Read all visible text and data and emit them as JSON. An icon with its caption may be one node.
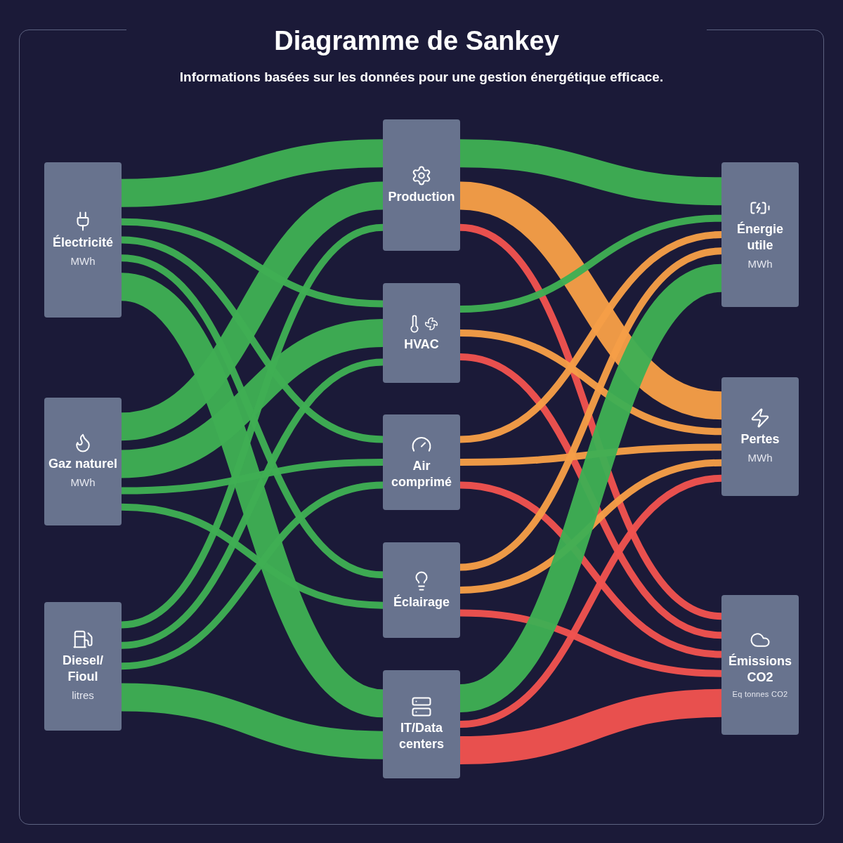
{
  "diagram": {
    "title": "Diagramme de Sankey",
    "caption": "Informations basées sur les données pour une gestion énergétique efficace.",
    "nodes": [
      {
        "text": [
          "Électricité",
          "MWh"
        ]
      },
      {
        "text": [
          "Gaz naturel",
          "MWh"
        ]
      },
      {
        "text": [
          "Diesel/ Fioul",
          "litres"
        ]
      },
      {
        "text": [
          "Production"
        ]
      },
      {
        "text": [
          "HVAC"
        ]
      },
      {
        "text": [
          "Air comprimé"
        ]
      },
      {
        "text": [
          "Éclairage"
        ]
      },
      {
        "text": [
          "IT/Data centers"
        ]
      },
      {
        "text": [
          "Énergie utile",
          "MWh"
        ]
      },
      {
        "text": [
          "Pertes",
          "MWh"
        ]
      },
      {
        "text": [
          "Émissions CO2",
          "Eq tonnes CO2"
        ]
      }
    ],
    "edges": [
      {
        "from": 0,
        "to": 3,
        "arrow": "none",
        "style": "thick"
      },
      {
        "from": 0,
        "to": 4,
        "arrow": "none"
      },
      {
        "from": 0,
        "to": 5,
        "arrow": "none"
      },
      {
        "from": 0,
        "to": 6,
        "arrow": "none"
      },
      {
        "from": 0,
        "to": 7,
        "arrow": "none",
        "style": "thick"
      },
      {
        "from": 1,
        "to": 3,
        "arrow": "none",
        "style": "thick"
      },
      {
        "from": 1,
        "to": 4,
        "arrow": "none",
        "style": "thick"
      },
      {
        "from": 1,
        "to": 5,
        "arrow": "none"
      },
      {
        "from": 1,
        "to": 6,
        "arrow": "none"
      },
      {
        "from": 2,
        "to": 3,
        "arrow": "none"
      },
      {
        "from": 2,
        "to": 4,
        "arrow": "none"
      },
      {
        "from": 2,
        "to": 5,
        "arrow": "none"
      },
      {
        "from": 2,
        "to": 7,
        "arrow": "none",
        "style": "thick"
      },
      {
        "from": 3,
        "to": 8,
        "arrow": "none",
        "style": "thick"
      },
      {
        "from": 3,
        "to": 9,
        "arrow": "none",
        "style": "thick",
        "color": "#f59e47"
      },
      {
        "from": 3,
        "to": 10,
        "arrow": "none",
        "color": "#ef5350"
      },
      {
        "from": 4,
        "to": 8,
        "arrow": "none"
      },
      {
        "from": 4,
        "to": 9,
        "arrow": "none",
        "color": "#f59e47"
      },
      {
        "from": 4,
        "to": 10,
        "arrow": "none",
        "color": "#ef5350"
      },
      {
        "from": 5,
        "to": 8,
        "arrow": "none",
        "color": "#f59e47"
      },
      {
        "from": 5,
        "to": 9,
        "arrow": "none",
        "color": "#f59e47"
      },
      {
        "from": 5,
        "to": 10,
        "arrow": "none",
        "color": "#ef5350"
      },
      {
        "from": 6,
        "to": 8,
        "arrow": "none",
        "color": "#f59e47"
      },
      {
        "from": 6,
        "to": 9,
        "arrow": "none",
        "color": "#f59e47"
      },
      {
        "from": 6,
        "to": 10,
        "arrow": "none",
        "color": "#ef5350"
      },
      {
        "from": 7,
        "to": 8,
        "arrow": "none",
        "style": "thick"
      },
      {
        "from": 7,
        "to": 9,
        "arrow": "none",
        "color": "#ef5350"
      },
      {
        "from": 7,
        "to": 10,
        "arrow": "none",
        "style": "thick",
        "color": "#ef5350"
      }
    ]
  }
}
